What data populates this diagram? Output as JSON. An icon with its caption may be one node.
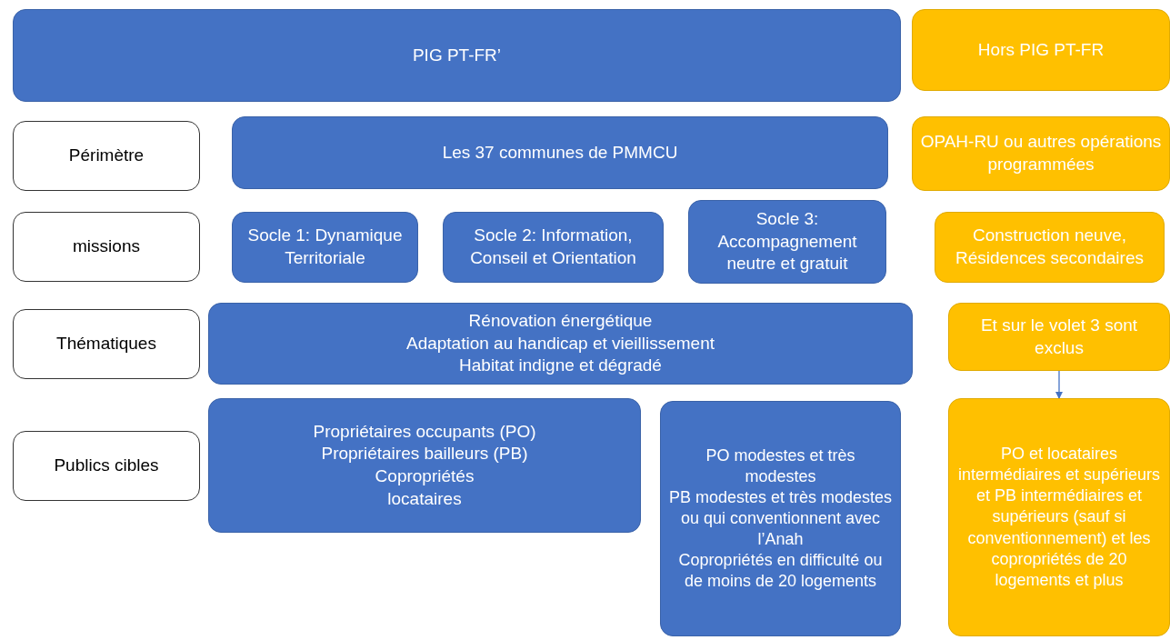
{
  "diagram": {
    "nodes": [
      {
        "text": [
          "PIG PT-FR’"
        ]
      },
      {
        "text": [
          "Hors PIG PT-FR"
        ]
      },
      {
        "text": [
          "Périmètre"
        ]
      },
      {
        "text": [
          "Les 37 communes de PMMCU"
        ]
      },
      {
        "text": [
          "OPAH-RU ou autres opérations programmées"
        ]
      },
      {
        "text": [
          "missions"
        ]
      },
      {
        "text": [
          "Socle 1: Dynamique Territoriale"
        ]
      },
      {
        "text": [
          "Socle 2: Information, Conseil et Orientation"
        ]
      },
      {
        "text": [
          "Socle 3: Accompagnement neutre et gratuit"
        ]
      },
      {
        "text": [
          "Construction neuve, Résidences secondaires"
        ]
      },
      {
        "text": [
          "Thématiques"
        ]
      },
      {
        "text": [
          "Rénovation énergétique",
          "Adaptation au handicap et vieillissement",
          "Habitat indigne et dégradé"
        ]
      },
      {
        "text": [
          "Et sur le volet 3 sont exclus"
        ]
      },
      {
        "text": [
          "Publics cibles"
        ]
      },
      {
        "text": [
          "Propriétaires occupants (PO)",
          "Propriétaires bailleurs (PB)",
          "Copropriétés",
          "locataires"
        ]
      },
      {
        "text": [
          "PO modestes et très modestes",
          "PB modestes et très modestes ou qui conventionnent avec l’Anah",
          "Copropriétés en difficulté ou de moins de 20 logements"
        ]
      },
      {
        "text": [
          "PO et locataires intermédiaires et supérieurs et PB intermédiaires et supérieurs (sauf si conventionnement) et les copropriétés de 20 logements et plus"
        ]
      }
    ],
    "edges": [
      {
        "from": 12,
        "to": 16,
        "arrow": "to"
      }
    ]
  }
}
